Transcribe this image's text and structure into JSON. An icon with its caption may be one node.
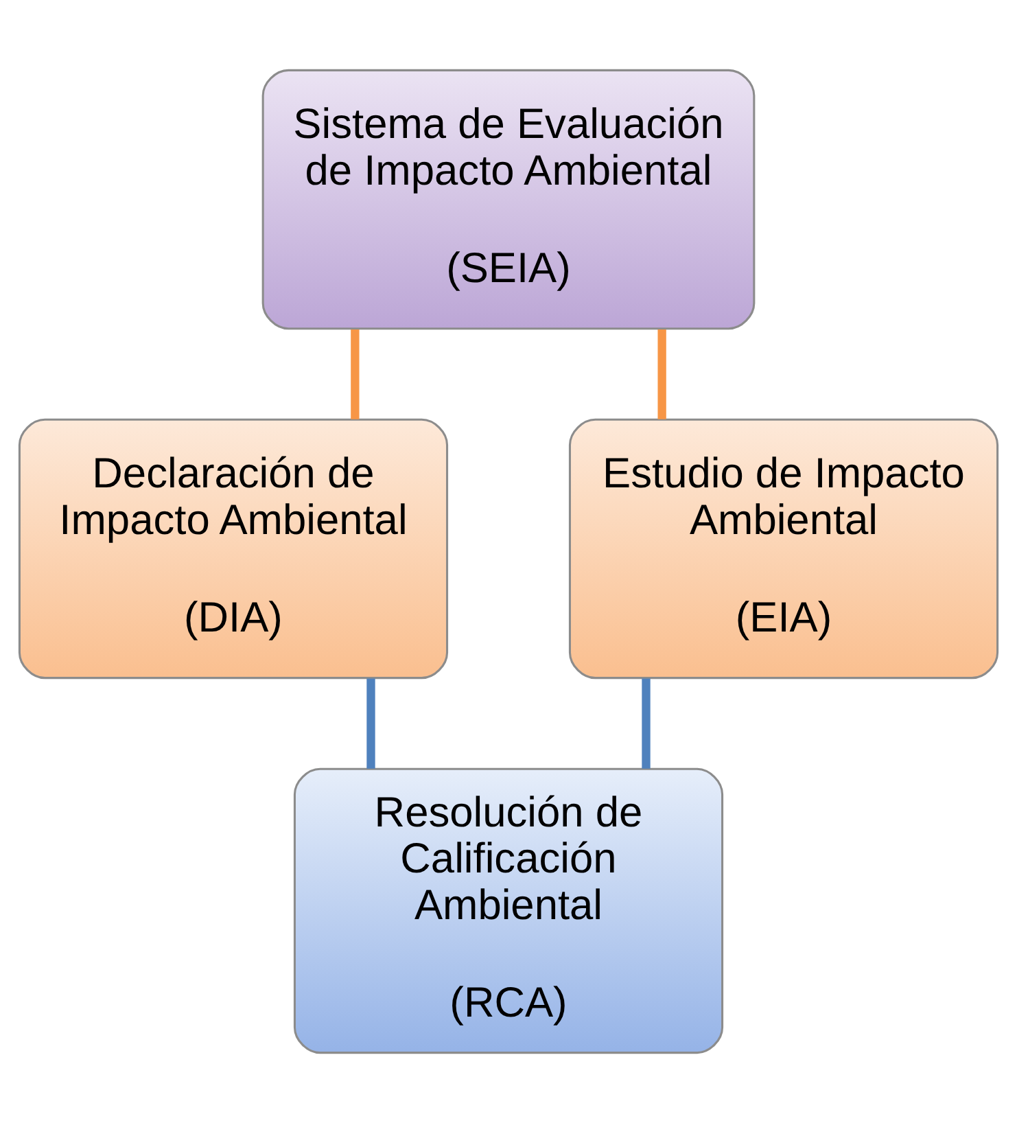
{
  "diagram": {
    "nodes": [
      {
        "text": [
          "Sistema de Evaluación de Impacto Ambiental",
          "(SEIA)"
        ]
      },
      {
        "text": [
          "Declaración de Impacto Ambiental",
          "(DIA)"
        ]
      },
      {
        "text": [
          "Estudio de Impacto Ambiental",
          "(EIA)"
        ]
      },
      {
        "text": [
          "Resolución de Calificación Ambiental",
          "(RCA)"
        ]
      }
    ],
    "edges": [
      {
        "from": 0,
        "to": 1,
        "arrow": "none",
        "color": "#f79646"
      },
      {
        "from": 0,
        "to": 2,
        "arrow": "none",
        "color": "#f79646"
      },
      {
        "from": 1,
        "to": 3,
        "arrow": "none",
        "color": "#4f81bd"
      },
      {
        "from": 2,
        "to": 3,
        "arrow": "none",
        "color": "#4f81bd"
      }
    ]
  }
}
